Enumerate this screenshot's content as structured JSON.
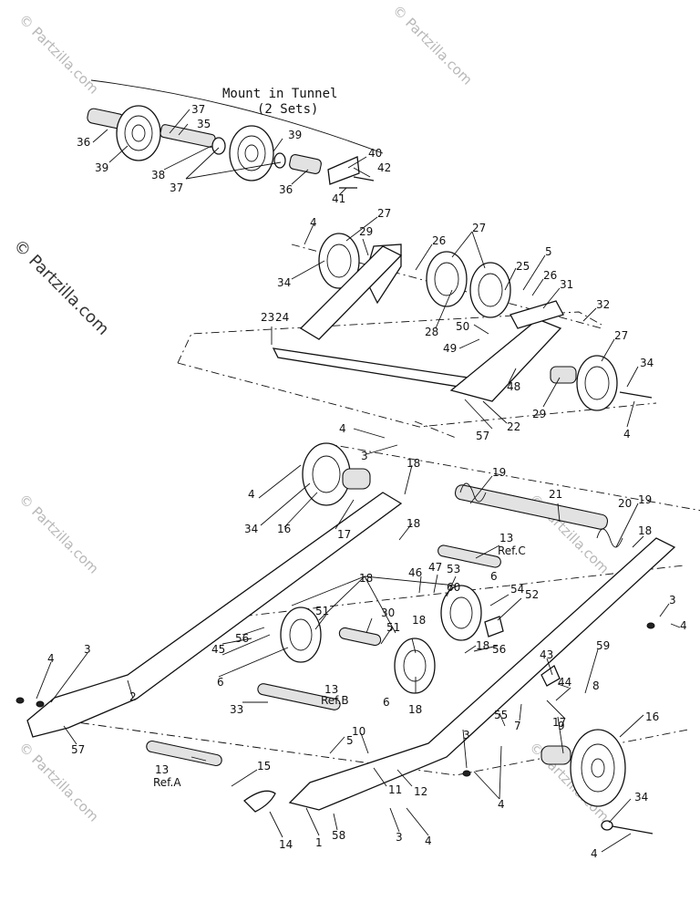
{
  "diagram": {
    "title_line1": "Mount in Tunnel",
    "title_line2": "(2 Sets)",
    "ref_labels": {
      "ref_a": "Ref.A",
      "ref_b": "Ref.B",
      "ref_c": "Ref.C"
    }
  },
  "watermarks": {
    "brand": "© Partzilla.com",
    "small": "© Partzilla.com"
  },
  "callouts": {
    "c36a": "36",
    "c39a": "39",
    "c37a": "37",
    "c35": "35",
    "c38": "38",
    "c39b": "39",
    "c40": "40",
    "c42": "42",
    "c37b": "37",
    "c36b": "36",
    "c41": "41",
    "c4a": "4",
    "c27a": "27",
    "c29a": "29",
    "c34a": "34",
    "c26a": "26",
    "c27b": "27",
    "c5a": "5",
    "c25": "25",
    "c26b": "26",
    "c31": "31",
    "c23": "23",
    "c24": "24",
    "c28": "28",
    "c50": "50",
    "c32": "32",
    "c49": "49",
    "c27c": "27",
    "c34b": "34",
    "c48": "48",
    "c29b": "29",
    "c22": "22",
    "c57a": "57",
    "c4b": "4",
    "c4c": "4",
    "c3a": "3",
    "c18a": "18",
    "c19a": "19",
    "c4d": "4",
    "c21": "21",
    "c20": "20",
    "c19b": "19",
    "c18b": "18",
    "c17a": "17",
    "c34c": "34",
    "c16a": "16",
    "c18c": "18",
    "c13c": "13",
    "c46": "46",
    "c47": "47",
    "c53": "53",
    "c6a": "6",
    "c18d": "18",
    "c60": "60",
    "c54": "54",
    "c52": "52",
    "c3b": "3",
    "c4e": "4",
    "c51a": "51",
    "c30": "30",
    "c56a": "56",
    "c45": "45",
    "c51b": "51",
    "c6b": "6",
    "c18e": "18",
    "c18f": "18",
    "c56b": "56",
    "c43": "43",
    "c59": "59",
    "c44": "44",
    "c8": "8",
    "c4f": "4",
    "c3c": "3",
    "c2": "2",
    "c13b": "13",
    "c6c": "6",
    "c33": "33",
    "c18g": "18",
    "c55": "55",
    "c7": "7",
    "c9": "9",
    "c57b": "57",
    "c5b": "5",
    "c10": "10",
    "c3d": "3",
    "c17b": "17",
    "c16b": "16",
    "c13a": "13",
    "c15": "15",
    "c11": "11",
    "c12": "12",
    "c4g": "4",
    "c34d": "34",
    "c14": "14",
    "c1": "1",
    "c58": "58",
    "c3e": "3",
    "c4h": "4",
    "c4i": "4"
  }
}
